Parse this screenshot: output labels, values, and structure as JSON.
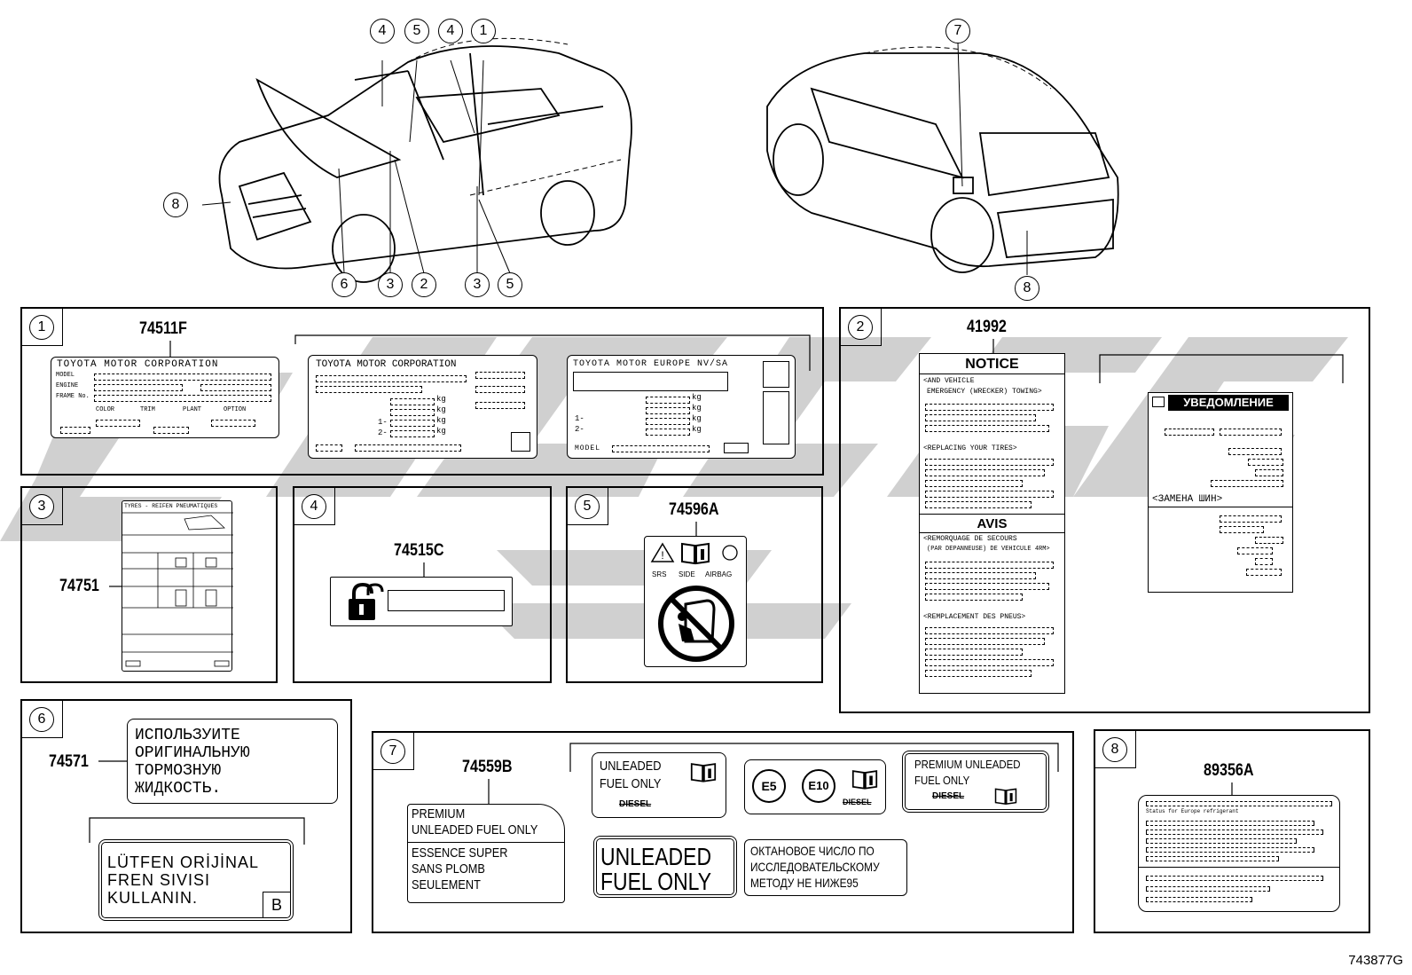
{
  "diagram_code": "743877G",
  "callouts": {
    "top_left": [
      "4",
      "5",
      "4",
      "1",
      "8",
      "6",
      "3",
      "2",
      "3",
      "5"
    ],
    "top_right": [
      "7",
      "8"
    ]
  },
  "panels": {
    "p1": {
      "num": "1",
      "part": "74511F",
      "label_a": {
        "title": "TOYOTA MOTOR CORPORATION",
        "model": "MODEL",
        "engine": "ENGINE",
        "frame": "FRAME No.",
        "color": "COLOR",
        "trim": "TRIM",
        "plant": "PLANT",
        "option": "OPTION"
      },
      "label_b": {
        "title": "TOYOTA MOTOR CORPORATION",
        "kg1": "kg",
        "kg2": "kg",
        "kg3": "kg",
        "kg4": "kg",
        "r1": "1-",
        "r2": "2-"
      },
      "label_c": {
        "title": "TOYOTA MOTOR EUROPE NV/SA",
        "kg1": "kg",
        "kg2": "kg",
        "kg3": "kg",
        "kg4": "kg",
        "r1": "1-",
        "r2": "2-",
        "model": "MODEL"
      }
    },
    "p2": {
      "num": "2",
      "part": "41992",
      "notice": "NOTICE",
      "n1": "<AND VEHICLE",
      "n2": "EMERGENCY (WRECKER) TOWING>",
      "n3": "<REPLACING YOUR TIRES>",
      "avis": "AVIS",
      "a1": "<REMORQUAGE DE SECOURS",
      "a2": "(PAR DEPANNEUSE) DE VEHICULE 4RM>",
      "a3": "<REMPLACEMENT DES PNEUS>",
      "ru_title": "УВЕДОМЛЕНИЕ",
      "ru_tires": "<ЗАМЕНА ШИН>"
    },
    "p3": {
      "num": "3",
      "part": "74751",
      "title": "TYRES - REIFEN PNEUMATIQUES"
    },
    "p4": {
      "num": "4",
      "part": "74515C"
    },
    "p5": {
      "num": "5",
      "part": "74596A",
      "srs": "SRS",
      "side": "SIDE",
      "airbag": "AIRBAG"
    },
    "p6": {
      "num": "6",
      "part": "74571",
      "ru_lines": [
        "ИСПОЛЬЗУИТЕ",
        "ОРИГИНАЛЬНУЮ",
        "ТОРМОЗНУЮ",
        "ЖИДКОСТЬ."
      ],
      "tr_lines": [
        "LÜTFEN ORİJİNAL",
        "FREN SIVISI",
        "KULLANIN."
      ],
      "tr_badge": "B"
    },
    "p7": {
      "num": "7",
      "part": "74559B",
      "main": [
        "PREMIUM",
        "UNLEADED FUEL ONLY"
      ],
      "french": [
        "ESSENCE SUPER",
        "SANS PLOMB",
        "SEULEMENT"
      ],
      "v1": [
        "UNLEADED",
        "FUEL ONLY"
      ],
      "diesel": "DIESEL",
      "e5": "E5",
      "e10": "E10",
      "v3": [
        "PREMIUM UNLEADED",
        "FUEL ONLY"
      ],
      "big": [
        "UNLEADED",
        "FUEL ONLY"
      ],
      "ru": [
        "ОКТАНОВОЕ ЧИСЛО ПО",
        "ИССЛЕДОВАТЕЛЬСКОМУ",
        "МЕТОДУ НЕ НИЖЕ95"
      ]
    },
    "p8": {
      "num": "8",
      "part": "89356A",
      "line": "Status for Europe refrigerant"
    }
  }
}
